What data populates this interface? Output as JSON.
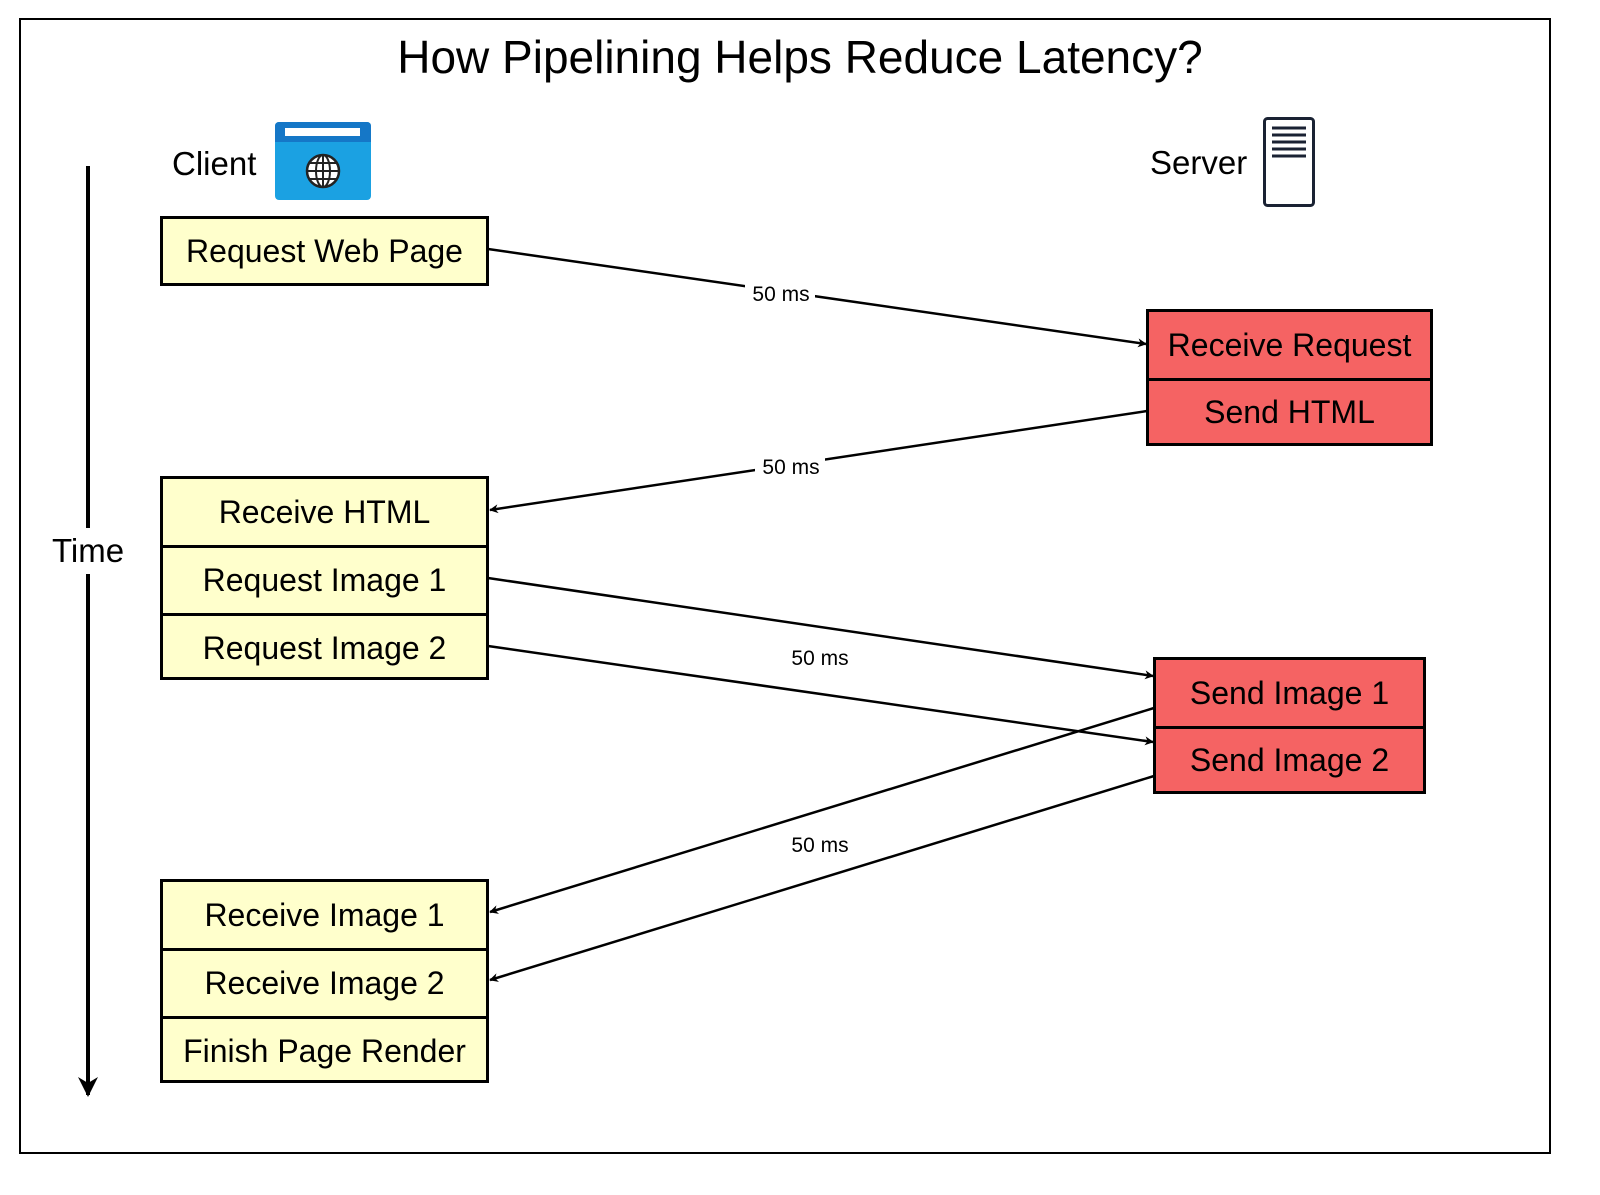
{
  "title": "How Pipelining Helps Reduce Latency?",
  "client_label": "Client",
  "server_label": "Server",
  "time_label": "Time",
  "icons": {
    "client": "browser-globe-icon",
    "server": "server-document-icon"
  },
  "colors": {
    "client_box": "#ffffcc",
    "server_box": "#f56363",
    "browser_icon": "#1ba1e2"
  },
  "client": {
    "group1": [
      "Request Web Page"
    ],
    "group2": [
      "Receive HTML",
      "Request Image 1",
      "Request Image 2"
    ],
    "group3": [
      "Receive Image 1",
      "Receive Image 2",
      "Finish Page Render"
    ]
  },
  "server": {
    "group1": [
      "Receive Request",
      "Send HTML"
    ],
    "group2": [
      "Send Image 1",
      "Send Image 2"
    ]
  },
  "latencies": [
    "50 ms",
    "50 ms",
    "50 ms",
    "50 ms"
  ]
}
